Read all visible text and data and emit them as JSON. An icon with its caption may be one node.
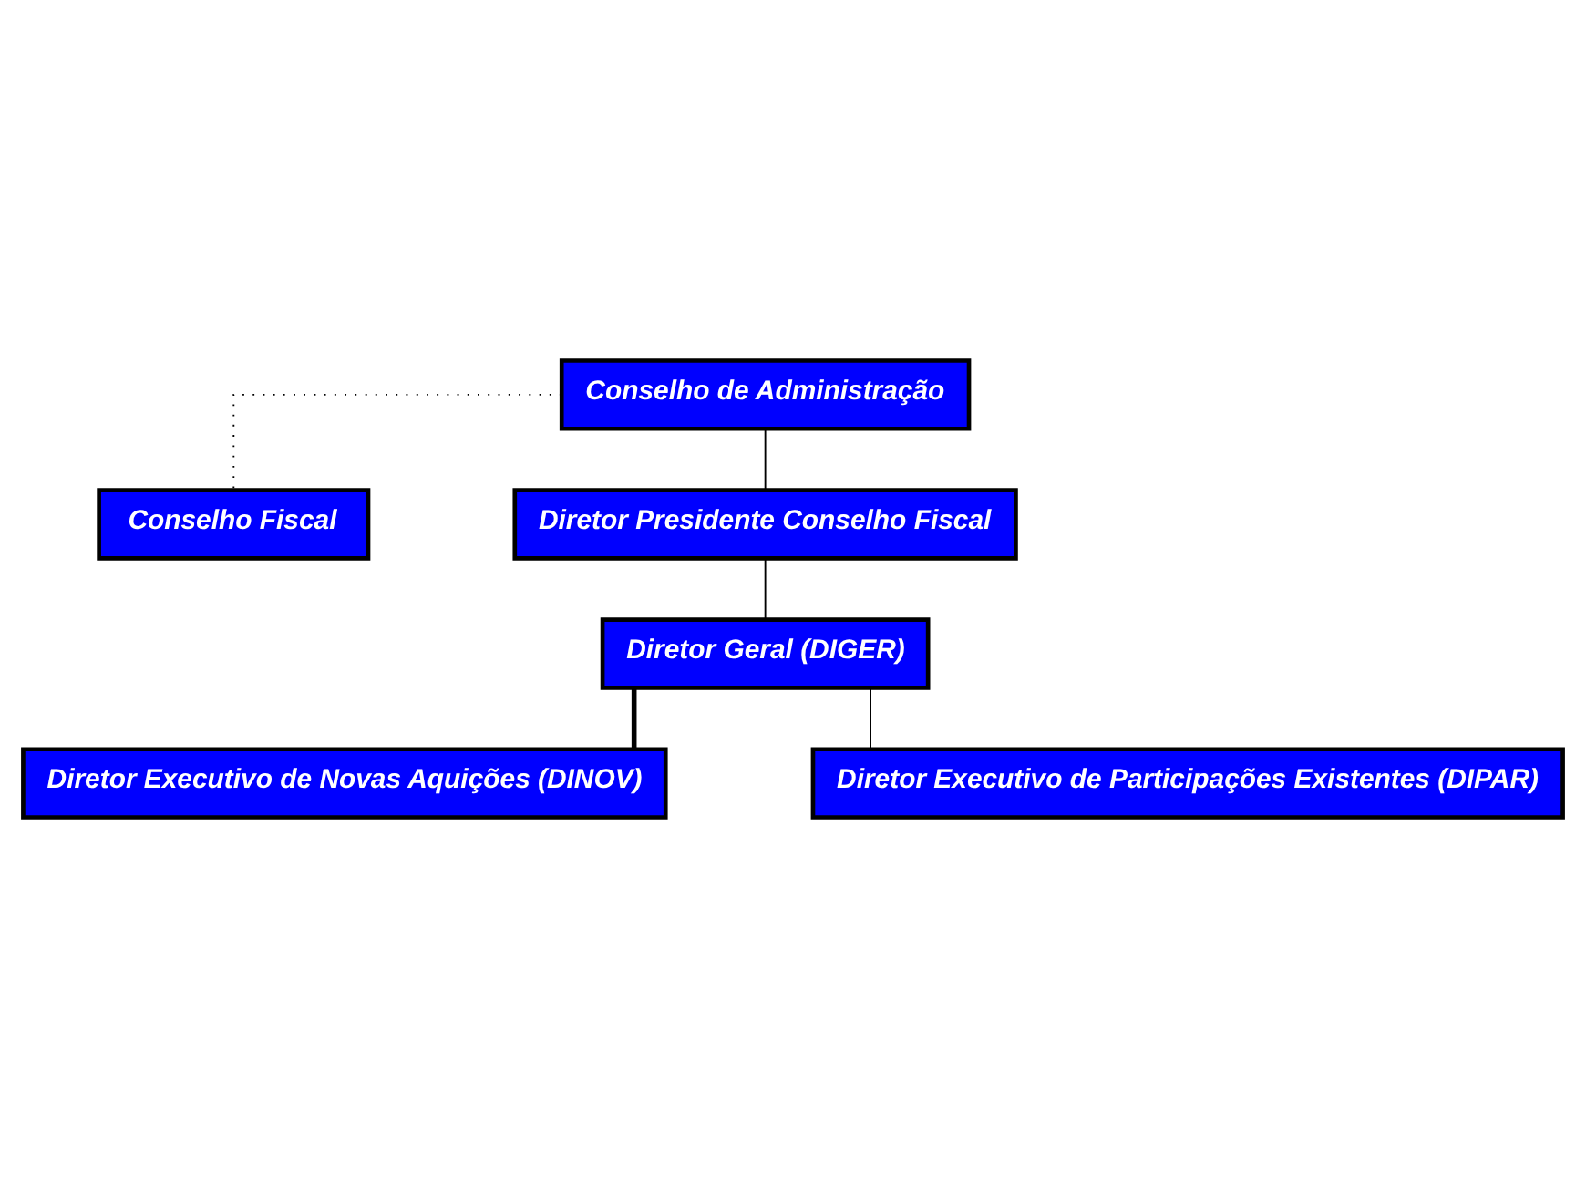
{
  "diagram": {
    "nodes": [
      {
        "text": [
          "Conselho de Administração"
        ]
      },
      {
        "text": [
          "Conselho Fiscal"
        ]
      },
      {
        "text": [
          "Diretor Presidente Conselho Fiscal"
        ]
      },
      {
        "text": [
          "Diretor Geral (DIGER)"
        ]
      },
      {
        "text": [
          "Diretor Executivo de Novas Aquições (DINOV)"
        ]
      },
      {
        "text": [
          "Diretor Executivo de Participações Existentes (DIPAR)"
        ]
      }
    ],
    "edges": [
      {
        "from": 0,
        "to": 2,
        "arrow": "none"
      },
      {
        "from": 0,
        "to": 1,
        "arrow": "none",
        "style": "dashed"
      },
      {
        "from": 2,
        "to": 3,
        "arrow": "none"
      },
      {
        "from": 3,
        "to": 4,
        "arrow": "none",
        "style": "thick"
      },
      {
        "from": 3,
        "to": 5,
        "arrow": "none"
      }
    ]
  }
}
